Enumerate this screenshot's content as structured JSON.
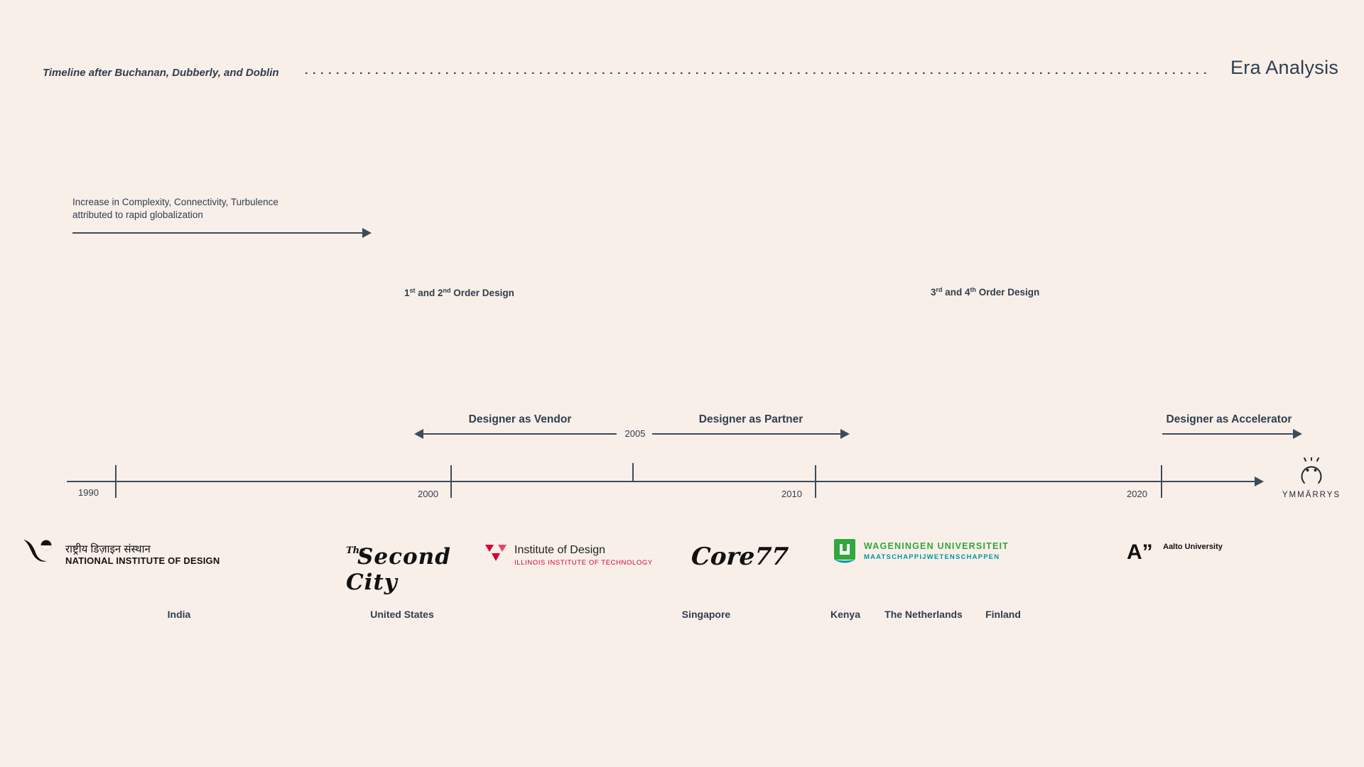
{
  "theme": {
    "background": "#f9efe9",
    "ink": "#2e3e4e",
    "accent_red": "#d50032",
    "accent_green": "#2fa83c",
    "accent_teal": "#0097a0"
  },
  "header": {
    "subtitle": "Timeline after Buchanan, Dubberly, and Doblin",
    "title": "Era Analysis"
  },
  "notes": {
    "complexity_line1": "Increase in Complexity, Connectivity, Turbulence",
    "complexity_line2": "attributed to rapid globalization"
  },
  "order_labels": {
    "early": {
      "n1": "1",
      "s1": "st",
      "mid": " and 2",
      "s2": "nd",
      "tail": " Order Design"
    },
    "late": {
      "n1": "3",
      "s1": "rd",
      "mid": " and 4",
      "s2": "th",
      "tail": " Order Design"
    }
  },
  "eras": {
    "vendor": "Designer as Vendor",
    "partner": "Designer as Partner",
    "accelerator": "Designer as Accelerator",
    "pivot_year": "2005"
  },
  "timeline": {
    "year_1990": "1990",
    "year_2000": "2000",
    "year_2010": "2010",
    "year_2020": "2020"
  },
  "brand": {
    "name": "YMMÄRRYS"
  },
  "logos": {
    "nid": {
      "native": "राष्ट्रीय डिज़ाइन संस्थान",
      "latin": "NATIONAL INSTITUTE OF DESIGN"
    },
    "second_city": {
      "the": "The",
      "name": "Second City"
    },
    "id_iit": {
      "name": "Institute of Design",
      "sub": "ILLINOIS INSTITUTE OF TECHNOLOGY"
    },
    "core77": {
      "name": "Core77"
    },
    "wageningen": {
      "line1": "WAGENINGEN UNIVERSITEIT",
      "line2": "MAATSCHAPPIJWETENSCHAPPEN"
    },
    "aalto": {
      "mark": "A”",
      "name": "Aalto University"
    }
  },
  "countries": {
    "india": "India",
    "united_states": "United States",
    "singapore": "Singapore",
    "kenya": "Kenya",
    "netherlands": "The Netherlands",
    "finland": "Finland"
  }
}
